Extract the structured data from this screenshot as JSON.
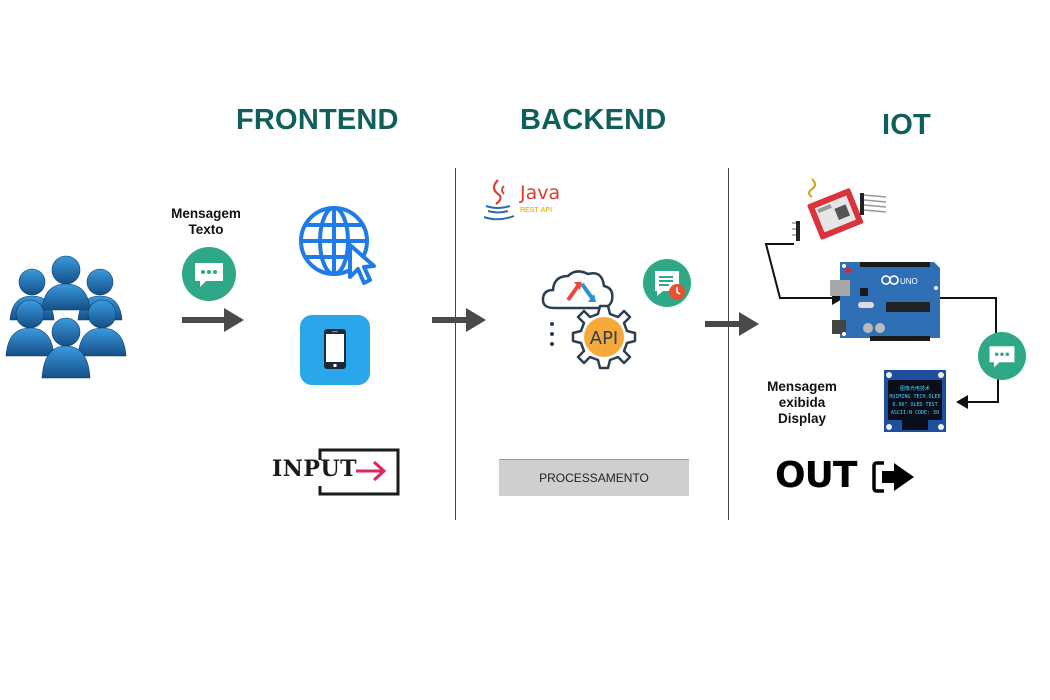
{
  "sections": {
    "frontend": {
      "title": "FRONTEND"
    },
    "backend": {
      "title": "BACKEND"
    },
    "iot": {
      "title": "IOT"
    }
  },
  "users": {
    "icon": "users-group-icon"
  },
  "message_input": {
    "label_line1": "Mensagem",
    "label_line2": "Texto",
    "icon": "chat-bubble-icon"
  },
  "frontend": {
    "icons": [
      "globe-cursor-icon",
      "smartphone-icon"
    ],
    "input_label": "INPUT",
    "input_icon": "arrow-right-icon"
  },
  "backend": {
    "java_label": "Java",
    "java_sublabel": "REST API",
    "api_label": "API",
    "icons": [
      "java-logo-icon",
      "cloud-sync-icon",
      "api-gear-icon",
      "message-clock-icon"
    ],
    "process_label": "PROCESSAMENTO"
  },
  "iot": {
    "devices": [
      "gsm-module-icon",
      "arduino-uno-icon",
      "oled-display-icon"
    ],
    "arduino_label": "UNO",
    "oled_lines": [
      "图像光电技术",
      "HUIMING TECH.OLED",
      "0.96\" OLED TEST",
      "ASCII:N CODE: 30"
    ],
    "output_label_line1": "Mensagem",
    "output_label_line2": "exibida",
    "output_label_line3": "Display",
    "out_label": "OUT",
    "out_icon": "sign-out-icon"
  },
  "colors": {
    "title": "#0f5f5a",
    "teal_badge": "#2fa887",
    "users_blue": "#1f6fae",
    "globe_blue": "#1f7be8",
    "phone_bg": "#2aa6ea",
    "input_arrow": "#e0245e",
    "process_bg": "#cfcfcf",
    "arduino_blue": "#2f6fb5"
  }
}
